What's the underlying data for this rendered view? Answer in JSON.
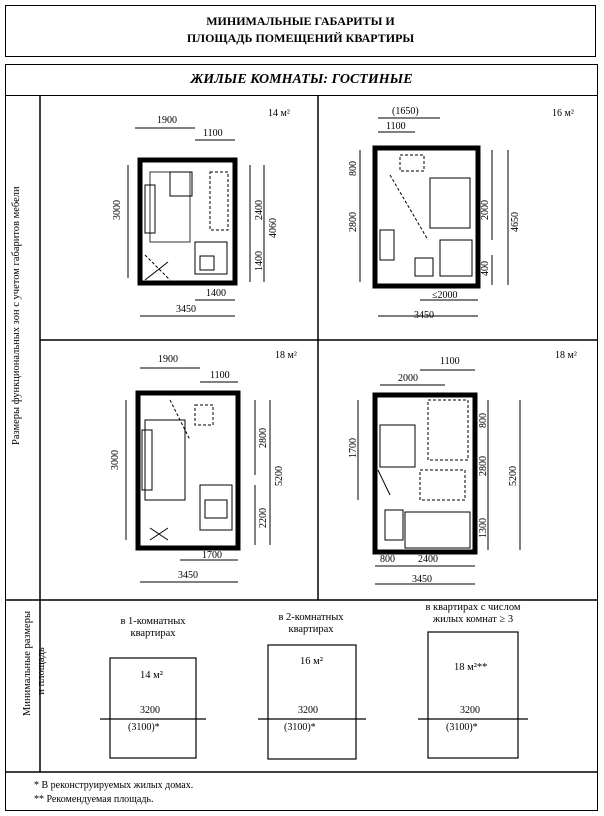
{
  "title": {
    "line1": "МИНИМАЛЬНЫЕ ГАБАРИТЫ И",
    "line2": "ПЛОЩАДЬ ПОМЕЩЕНИЙ КВАРТИРЫ"
  },
  "section": {
    "header": "ЖИЛЫЕ КОМНАТЫ: ГОСТИНЫЕ",
    "row1_label": "Размеры функциональных зон с учетом габаритов мебели",
    "row2_label_line1": "Минимальные размеры",
    "row2_label_line2": "и площадь"
  },
  "plans": [
    {
      "area": "14 м²",
      "dims": {
        "top_a": "1900",
        "top_b": "1100",
        "left": "3000",
        "right_a": "2400",
        "right_b": "4060",
        "right_c": "1400",
        "bottom_a": "1400",
        "bottom_b": "3450"
      }
    },
    {
      "area": "16 м²",
      "dims": {
        "top_a": "(1650)",
        "top_b": "1100",
        "left_a": "800",
        "left_b": "2800",
        "right_a": "2000",
        "right_b": "4650",
        "right_c": "400",
        "bottom_a": "≤2000",
        "bottom_b": "3450"
      }
    },
    {
      "area": "18 м²",
      "dims": {
        "top_a": "1900",
        "top_b": "1100",
        "left": "3000",
        "right_a": "2800",
        "right_b": "5200",
        "right_c": "2200",
        "bottom_a": "1700",
        "bottom_b": "3450"
      }
    },
    {
      "area": "18 м²",
      "dims": {
        "top_a": "1100",
        "top_b": "2000",
        "left": "1700",
        "right_a": "800",
        "right_b": "2800",
        "right_c": "5200",
        "right_d": "1300",
        "bottom_a": "800",
        "bottom_b": "2400",
        "bottom_c": "3450"
      }
    }
  ],
  "minimums": [
    {
      "caption_line1": "в 1-комнатных",
      "caption_line2": "квартирах",
      "area": "14 м²",
      "width": "3200",
      "width_reconstructed": "(3100)*"
    },
    {
      "caption_line1": "в 2-комнатных",
      "caption_line2": "квартирах",
      "area": "16 м²",
      "width": "3200",
      "width_reconstructed": "(3100)*"
    },
    {
      "caption_line1": "в квартирах с числом",
      "caption_line2": "жилых комнат ≥ 3",
      "area": "18 м²**",
      "width": "3200",
      "width_reconstructed": "(3100)*"
    }
  ],
  "footnotes": {
    "note1": "* В реконструируемых жилых домах.",
    "note2": "** Рекомендуемая площадь."
  }
}
